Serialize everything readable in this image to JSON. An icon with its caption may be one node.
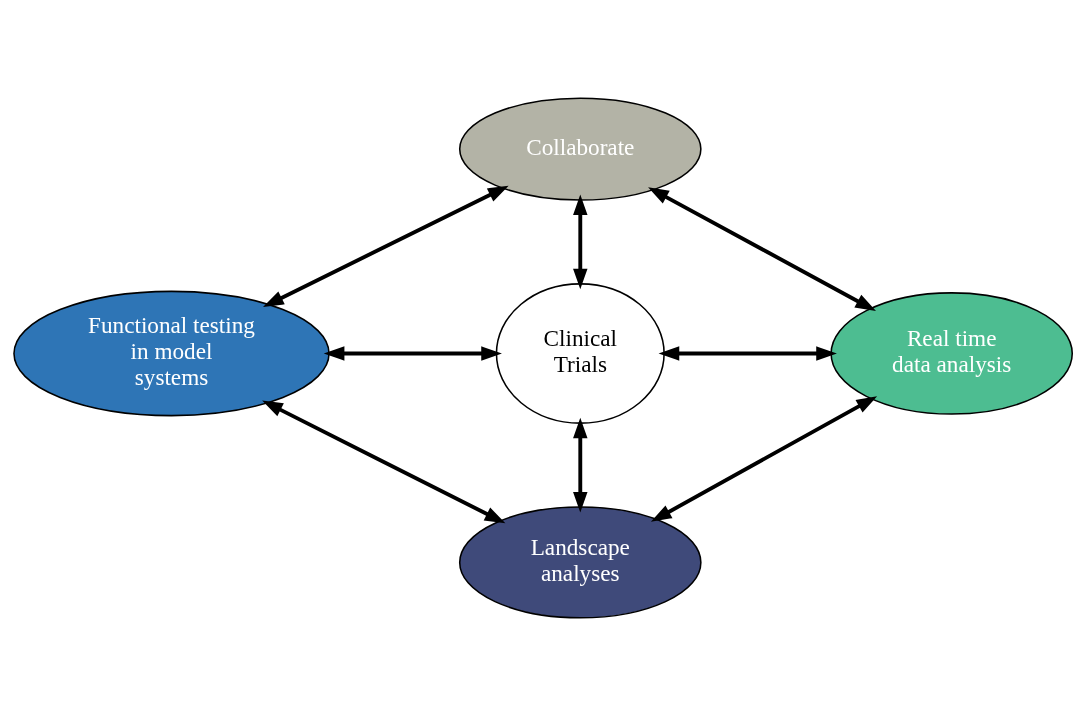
{
  "diagram": {
    "nodes": [
      {
        "text": [
          "Collaborate"
        ]
      },
      {
        "text": [
          "Functional testing in model systems"
        ]
      },
      {
        "text": [
          "Clinical Trials"
        ]
      },
      {
        "text": [
          "Real time data analysis"
        ]
      },
      {
        "text": [
          "Landscape analyses"
        ]
      }
    ],
    "edges": [
      {
        "from": 0,
        "to": 1,
        "arrow": "both"
      },
      {
        "from": 0,
        "to": 2,
        "arrow": "both"
      },
      {
        "from": 0,
        "to": 3,
        "arrow": "both"
      },
      {
        "from": 1,
        "to": 2,
        "arrow": "both"
      },
      {
        "from": 2,
        "to": 3,
        "arrow": "both"
      },
      {
        "from": 1,
        "to": 4,
        "arrow": "both"
      },
      {
        "from": 2,
        "to": 4,
        "arrow": "both"
      },
      {
        "from": 3,
        "to": 4,
        "arrow": "both"
      }
    ]
  }
}
